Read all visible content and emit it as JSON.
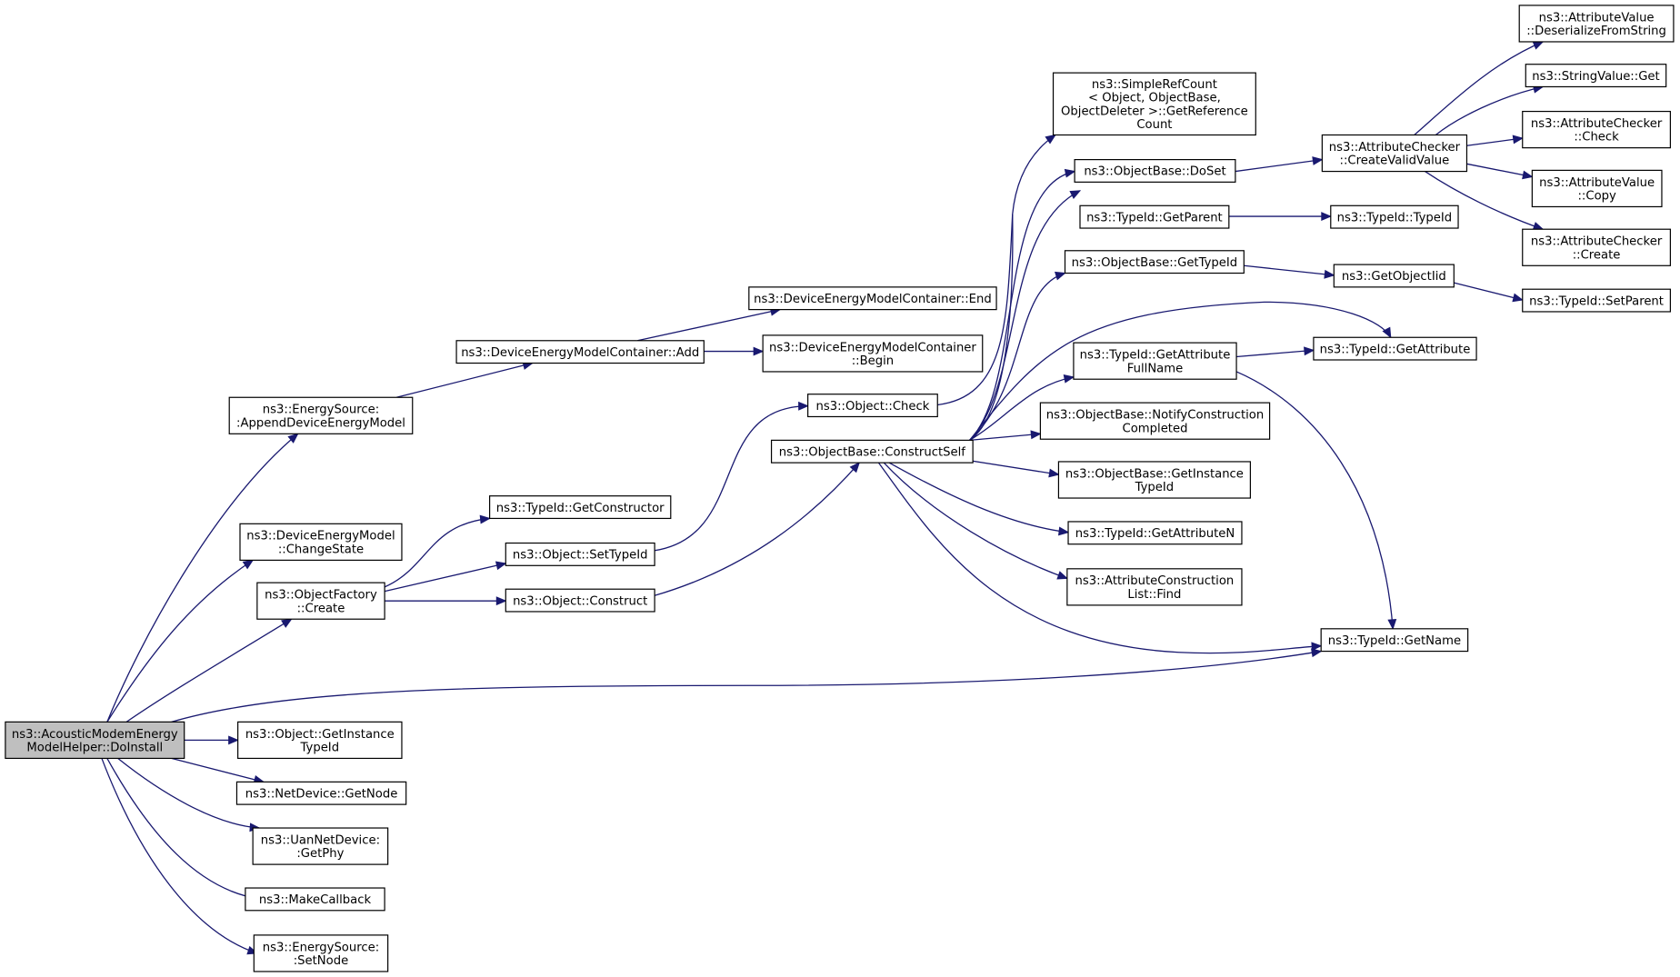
{
  "colors": {
    "edge": "#191970",
    "root_fill": "#bfbfbf",
    "node_fill": "#ffffff",
    "border": "#000000"
  },
  "graph": {
    "nodes": [
      {
        "id": "root",
        "lines": [
          "ns3::AcousticModemEnergy",
          "ModelHelper::DoInstall"
        ],
        "root": true
      },
      {
        "id": "n1",
        "lines": [
          "ns3::EnergySource:",
          ":AppendDeviceEnergyModel"
        ]
      },
      {
        "id": "n2",
        "lines": [
          "ns3::DeviceEnergyModelContainer::Add"
        ]
      },
      {
        "id": "n3",
        "lines": [
          "ns3::DeviceEnergyModelContainer::End"
        ]
      },
      {
        "id": "n4",
        "lines": [
          "ns3::DeviceEnergyModelContainer",
          "::Begin"
        ]
      },
      {
        "id": "n5",
        "lines": [
          "ns3::DeviceEnergyModel",
          "::ChangeState"
        ]
      },
      {
        "id": "n6",
        "lines": [
          "ns3::ObjectFactory",
          "::Create"
        ]
      },
      {
        "id": "n7",
        "lines": [
          "ns3::TypeId::GetConstructor"
        ]
      },
      {
        "id": "n8",
        "lines": [
          "ns3::Object::SetTypeId"
        ]
      },
      {
        "id": "n9",
        "lines": [
          "ns3::Object::Check"
        ]
      },
      {
        "id": "n10",
        "lines": [
          "ns3::SimpleRefCount",
          "< Object, ObjectBase,",
          "ObjectDeleter >::GetReference",
          "Count"
        ]
      },
      {
        "id": "n11",
        "lines": [
          "ns3::Object::Construct"
        ]
      },
      {
        "id": "n12",
        "lines": [
          "ns3::ObjectBase::ConstructSelf"
        ]
      },
      {
        "id": "n13",
        "lines": [
          "ns3::ObjectBase::DoSet"
        ]
      },
      {
        "id": "n14",
        "lines": [
          "ns3::AttributeChecker",
          "::CreateValidValue"
        ]
      },
      {
        "id": "n15",
        "lines": [
          "ns3::AttributeValue",
          "::DeserializeFromString"
        ]
      },
      {
        "id": "n16",
        "lines": [
          "ns3::StringValue::Get"
        ]
      },
      {
        "id": "n17",
        "lines": [
          "ns3::AttributeChecker",
          "::Check"
        ]
      },
      {
        "id": "n18",
        "lines": [
          "ns3::AttributeValue",
          "::Copy"
        ]
      },
      {
        "id": "n19",
        "lines": [
          "ns3::AttributeChecker",
          "::Create"
        ]
      },
      {
        "id": "n20",
        "lines": [
          "ns3::TypeId::GetParent"
        ]
      },
      {
        "id": "n21",
        "lines": [
          "ns3::TypeId::TypeId"
        ]
      },
      {
        "id": "n22",
        "lines": [
          "ns3::ObjectBase::GetTypeId"
        ]
      },
      {
        "id": "n23",
        "lines": [
          "ns3::GetObjectIid"
        ]
      },
      {
        "id": "n24",
        "lines": [
          "ns3::TypeId::SetParent"
        ]
      },
      {
        "id": "n25",
        "lines": [
          "ns3::TypeId::GetAttribute"
        ]
      },
      {
        "id": "n26",
        "lines": [
          "ns3::TypeId::GetAttribute",
          "FullName"
        ]
      },
      {
        "id": "n27",
        "lines": [
          "ns3::ObjectBase::NotifyConstruction",
          "Completed"
        ]
      },
      {
        "id": "n28",
        "lines": [
          "ns3::ObjectBase::GetInstance",
          "TypeId"
        ]
      },
      {
        "id": "n29",
        "lines": [
          "ns3::TypeId::GetAttributeN"
        ]
      },
      {
        "id": "n30",
        "lines": [
          "ns3::AttributeConstruction",
          "List::Find"
        ]
      },
      {
        "id": "n31",
        "lines": [
          "ns3::TypeId::GetName"
        ]
      },
      {
        "id": "n32",
        "lines": [
          "ns3::Object::GetInstance",
          "TypeId"
        ]
      },
      {
        "id": "n33",
        "lines": [
          "ns3::NetDevice::GetNode"
        ]
      },
      {
        "id": "n34",
        "lines": [
          "ns3::UanNetDevice:",
          ":GetPhy"
        ]
      },
      {
        "id": "n35",
        "lines": [
          "ns3::MakeCallback"
        ]
      },
      {
        "id": "n36",
        "lines": [
          "ns3::EnergySource:",
          ":SetNode"
        ]
      }
    ],
    "edges": [
      [
        "root",
        "n1"
      ],
      [
        "n1",
        "n2"
      ],
      [
        "n2",
        "n3"
      ],
      [
        "n2",
        "n4"
      ],
      [
        "root",
        "n5"
      ],
      [
        "root",
        "n6"
      ],
      [
        "n6",
        "n7"
      ],
      [
        "n6",
        "n8"
      ],
      [
        "n6",
        "n11"
      ],
      [
        "n8",
        "n9"
      ],
      [
        "n9",
        "n10"
      ],
      [
        "n11",
        "n12"
      ],
      [
        "n12",
        "n10"
      ],
      [
        "n12",
        "n13"
      ],
      [
        "n13",
        "n14"
      ],
      [
        "n14",
        "n15"
      ],
      [
        "n14",
        "n16"
      ],
      [
        "n14",
        "n17"
      ],
      [
        "n14",
        "n18"
      ],
      [
        "n14",
        "n19"
      ],
      [
        "n12",
        "n20"
      ],
      [
        "n20",
        "n21"
      ],
      [
        "n12",
        "n22"
      ],
      [
        "n22",
        "n23"
      ],
      [
        "n23",
        "n24"
      ],
      [
        "n12",
        "n25"
      ],
      [
        "n12",
        "n26"
      ],
      [
        "n26",
        "n25"
      ],
      [
        "n26",
        "n31"
      ],
      [
        "n12",
        "n27"
      ],
      [
        "n12",
        "n28"
      ],
      [
        "n12",
        "n29"
      ],
      [
        "n12",
        "n30"
      ],
      [
        "n12",
        "n31"
      ],
      [
        "root",
        "n31"
      ],
      [
        "root",
        "n32"
      ],
      [
        "root",
        "n33"
      ],
      [
        "root",
        "n34"
      ],
      [
        "root",
        "n35"
      ],
      [
        "root",
        "n36"
      ]
    ]
  }
}
